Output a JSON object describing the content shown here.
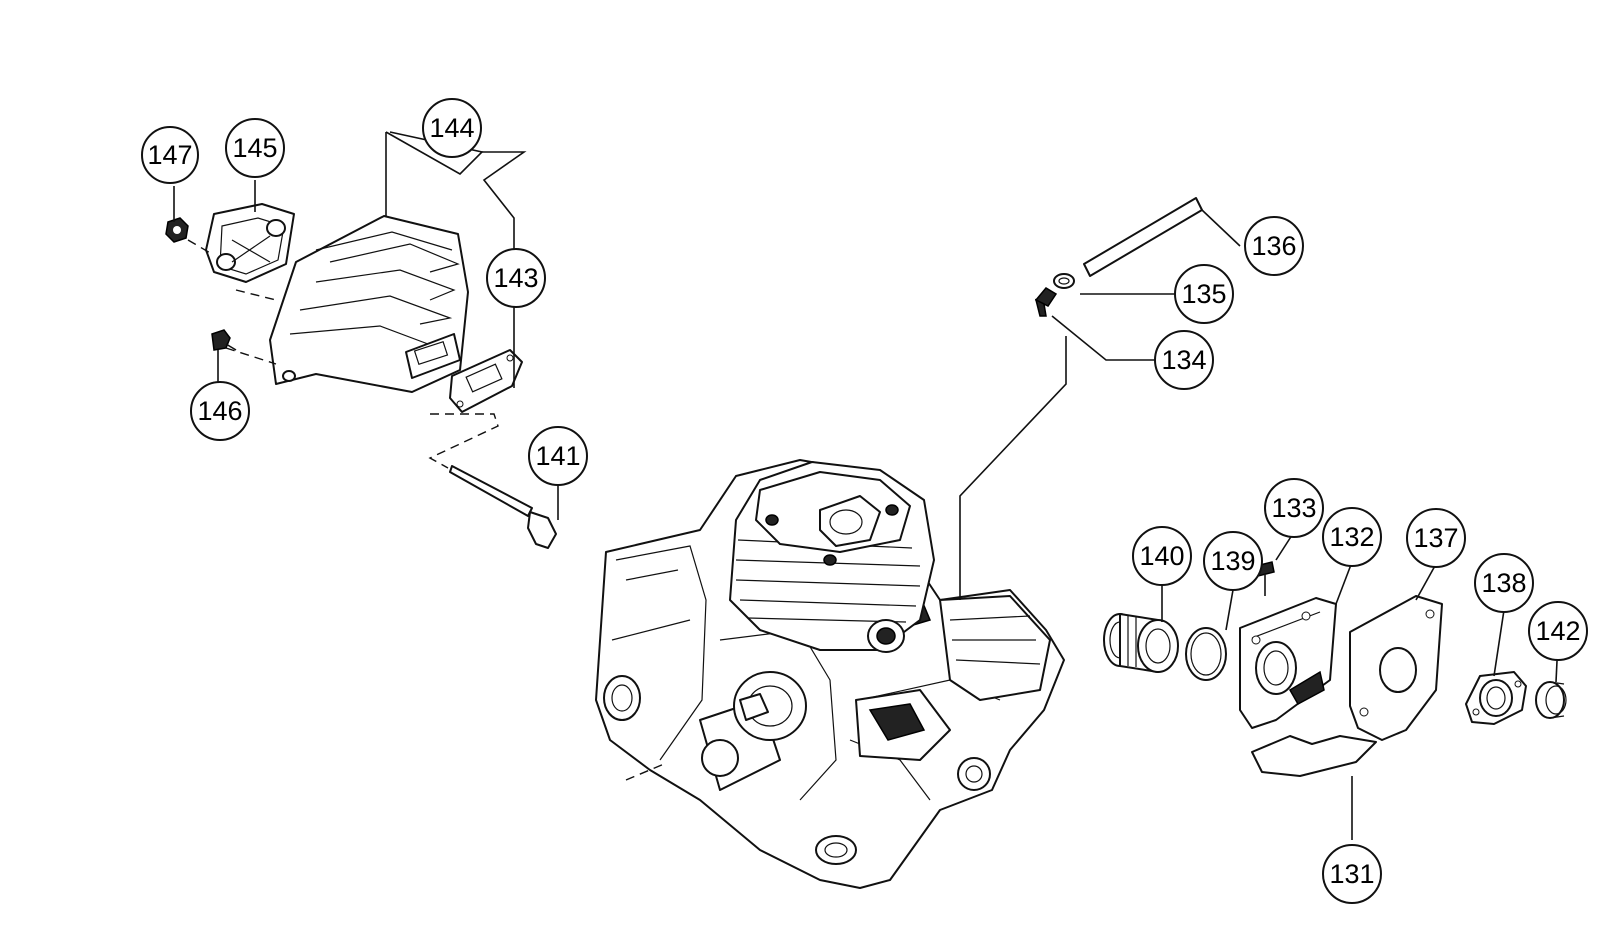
{
  "diagram": {
    "callouts": [
      "131",
      "132",
      "133",
      "134",
      "135",
      "136",
      "137",
      "138",
      "139",
      "140",
      "141",
      "142",
      "143",
      "144",
      "145",
      "146",
      "147"
    ]
  }
}
